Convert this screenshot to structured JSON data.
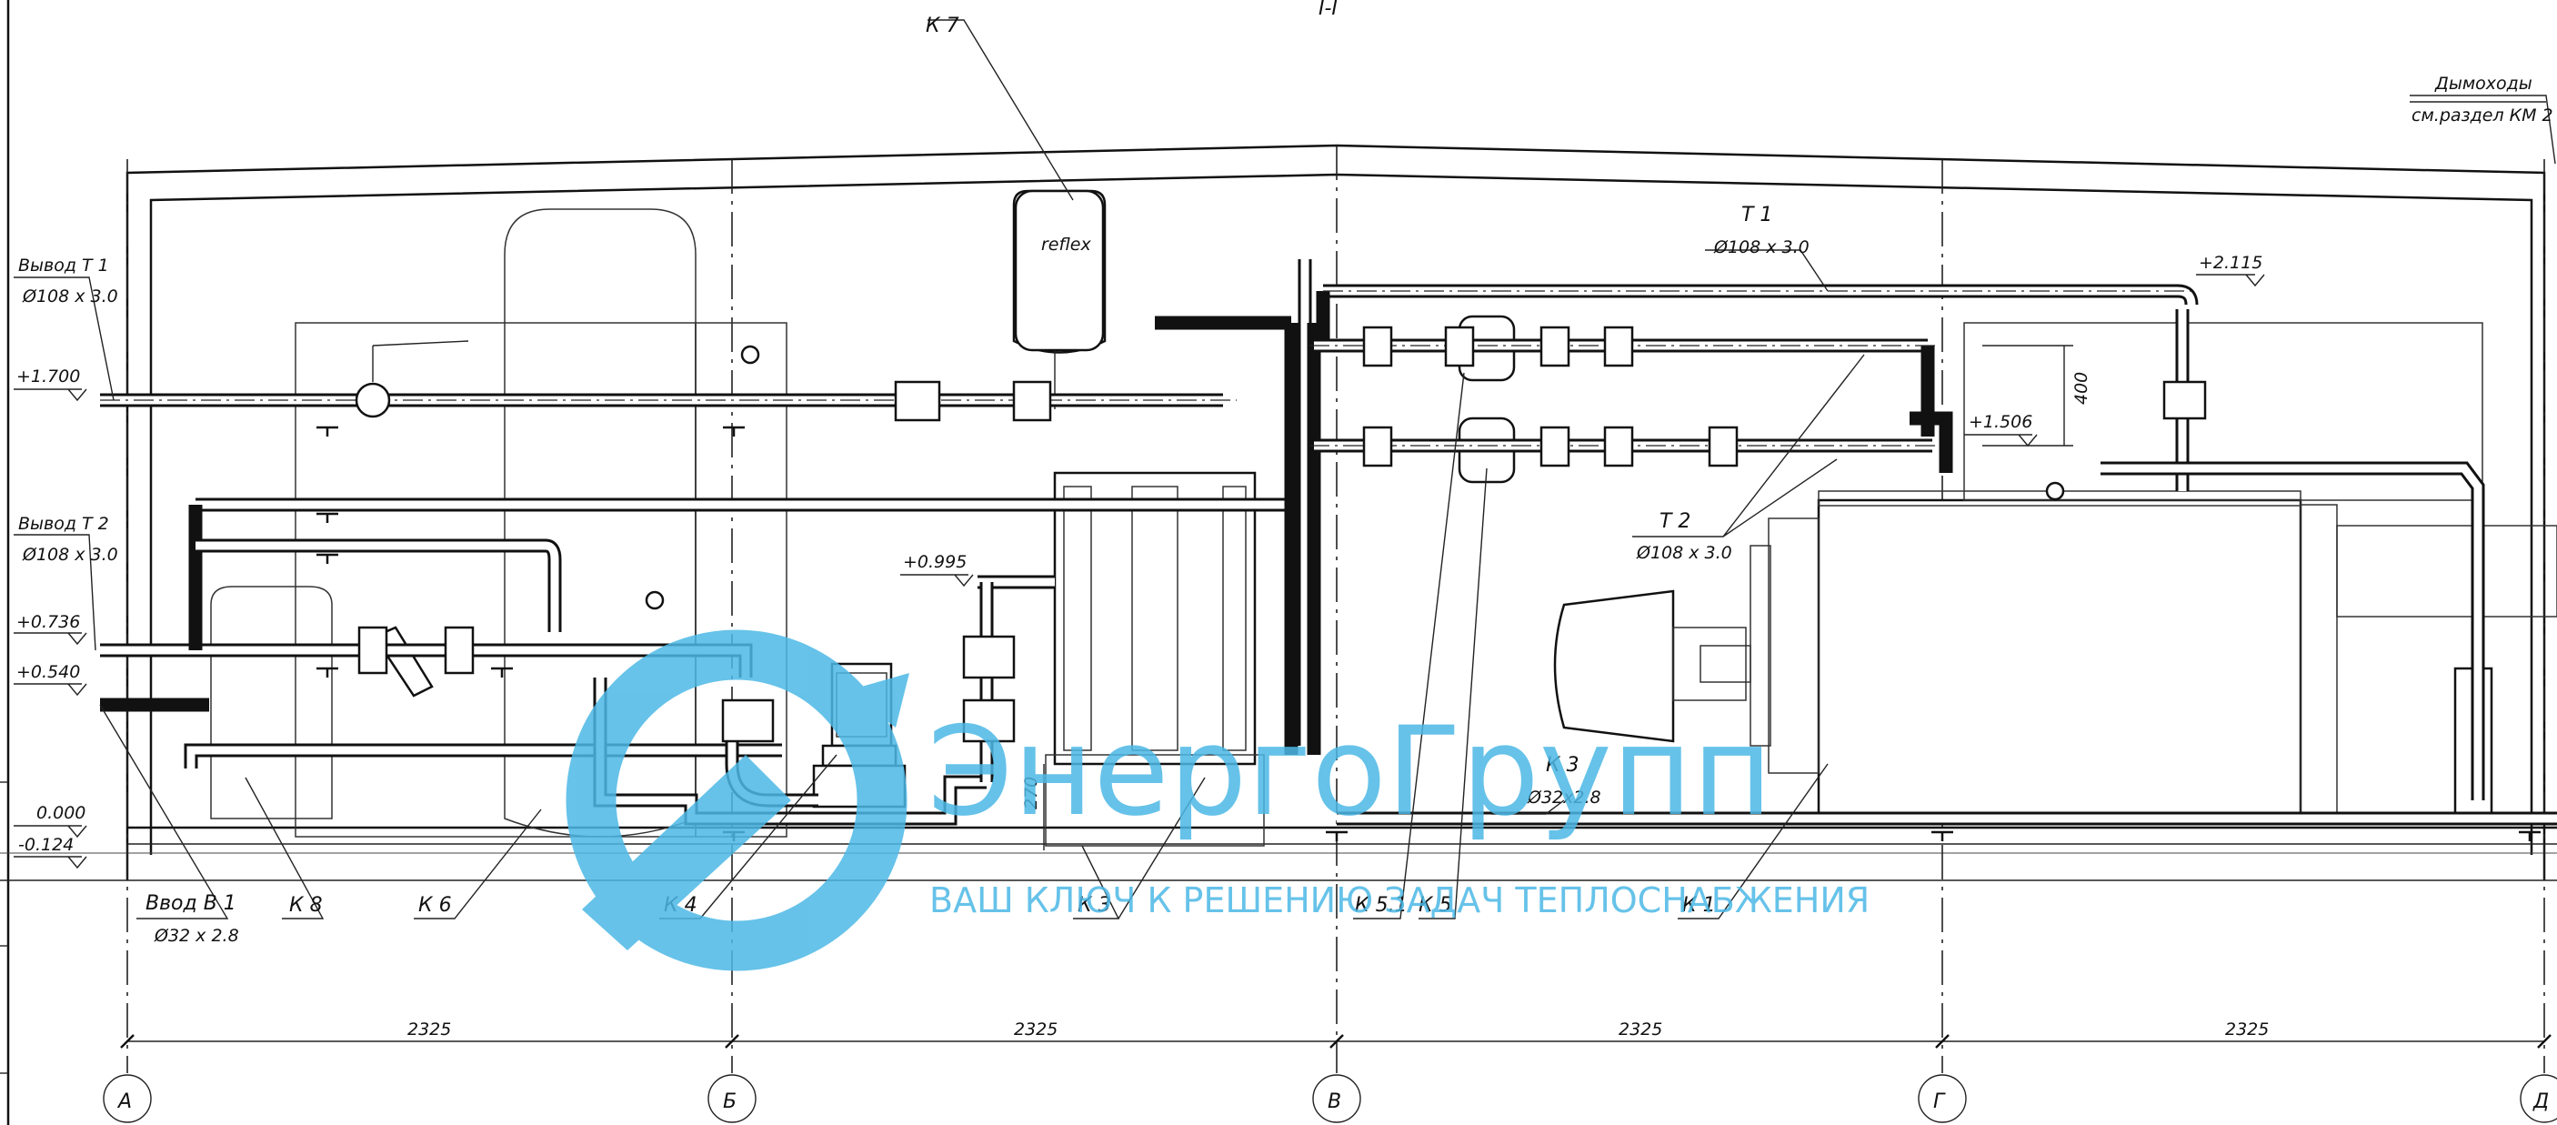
{
  "section": {
    "title": "I-I"
  },
  "labels": {
    "chimney_line1": "Дымоходы",
    "chimney_line2": "см.раздел КМ 2",
    "k7": "К 7",
    "t1": "Т 1",
    "t1_dia": "Ø108 x 3.0",
    "t2": "Т 2",
    "t2_dia": "Ø108 x 3.0",
    "k3": "К 3",
    "k3_dia": "Ø32x2.8",
    "out_t1": "Вывод Т 1",
    "out_t1_dia": "Ø108 x 3.0",
    "out_t2": "Вывод Т 2",
    "out_t2_dia": "Ø108 x 3.0",
    "in_b1": "Ввод В 1",
    "in_b1_dia": "Ø32 x 2.8",
    "k8": "К 8",
    "k6": "К 6",
    "k4": "К 4",
    "k3b": "К 3",
    "k51": "К 5.1",
    "k5": "К 5",
    "k1": "К 1",
    "tank_brand": "reflex"
  },
  "elevations": {
    "e2115": "+2.115",
    "e1700": "+1.700",
    "e1506": "+1.506",
    "e0995": "+0.995",
    "e0736": "+0.736",
    "e0540": "+0.540",
    "e0000": "0.000",
    "em0124": "-0.124"
  },
  "dimensions": {
    "d400": "400",
    "d270": "270",
    "spans": [
      "2325",
      "2325",
      "2325",
      "2325"
    ]
  },
  "axes": [
    "А",
    "Б",
    "В",
    "Г",
    "Д"
  ],
  "watermark": {
    "company": "ЭнергоГрупп",
    "slogan": "ВАШ КЛЮЧ К РЕШЕНИЮ ЗАДАЧ ТЕПЛОСНАБЖЕНИЯ"
  }
}
